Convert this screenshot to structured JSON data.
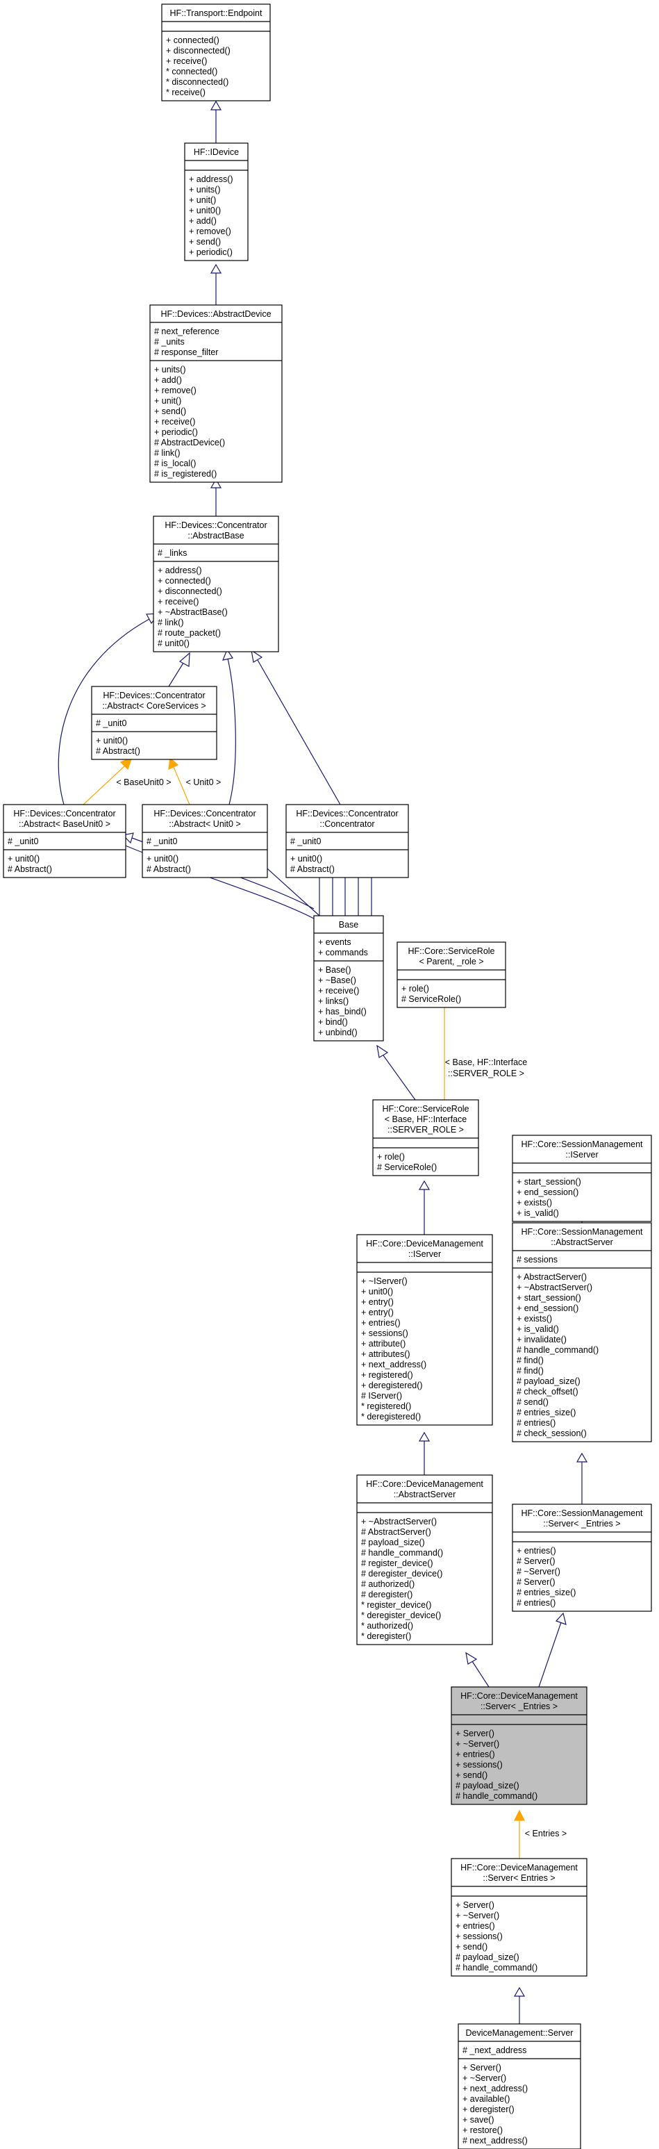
{
  "classes": [
    {
      "id": "endpoint",
      "title": [
        "HF::Transport::Endpoint"
      ],
      "attrs": [],
      "methods": [
        "+ connected()",
        "+ disconnected()",
        "+ receive()",
        "* connected()",
        "* disconnected()",
        "* receive()"
      ]
    },
    {
      "id": "idevice",
      "title": [
        "HF::IDevice"
      ],
      "attrs": [],
      "methods": [
        "+ address()",
        "+ units()",
        "+ unit()",
        "+ unit0()",
        "+ add()",
        "+ remove()",
        "+ send()",
        "+ periodic()"
      ]
    },
    {
      "id": "absdevice",
      "title": [
        "HF::Devices::AbstractDevice"
      ],
      "attrs": [
        "# next_reference",
        "# _units",
        "# response_filter"
      ],
      "methods": [
        "+ units()",
        "+ add()",
        "+ remove()",
        "+ unit()",
        "+ send()",
        "+ receive()",
        "+ periodic()",
        "# AbstractDevice()",
        "# link()",
        "# is_local()",
        "# is_registered()"
      ]
    },
    {
      "id": "absbase",
      "title": [
        "HF::Devices::Concentrator",
        "::AbstractBase"
      ],
      "attrs": [
        "# _links"
      ],
      "methods": [
        "+ address()",
        "+ connected()",
        "+ disconnected()",
        "+ receive()",
        "+ ~AbstractBase()",
        "# link()",
        "# route_packet()",
        "# unit0()"
      ]
    },
    {
      "id": "abscore",
      "title": [
        "HF::Devices::Concentrator",
        "::Abstract< CoreServices >"
      ],
      "attrs": [
        "# _unit0"
      ],
      "methods": [
        "+ unit0()",
        "# Abstract()"
      ]
    },
    {
      "id": "absbu0",
      "title": [
        "HF::Devices::Concentrator",
        "::Abstract< BaseUnit0 >"
      ],
      "attrs": [
        "# _unit0"
      ],
      "methods": [
        "+ unit0()",
        "# Abstract()"
      ]
    },
    {
      "id": "absu0",
      "title": [
        "HF::Devices::Concentrator",
        "::Abstract< Unit0 >"
      ],
      "attrs": [
        "# _unit0"
      ],
      "methods": [
        "+ unit0()",
        "# Abstract()"
      ]
    },
    {
      "id": "conc",
      "title": [
        "HF::Devices::Concentrator",
        "::Concentrator"
      ],
      "attrs": [
        "# _unit0"
      ],
      "methods": [
        "+ unit0()",
        "# Abstract()"
      ]
    },
    {
      "id": "base",
      "title": [
        "Base"
      ],
      "attrs": [
        "+ events",
        "+ commands"
      ],
      "methods": [
        "+ Base()",
        "+ ~Base()",
        "+ receive()",
        "+ links()",
        "+ has_bind()",
        "+ bind()",
        "+ unbind()"
      ]
    },
    {
      "id": "srtpl",
      "title": [
        "HF::Core::ServiceRole",
        "< Parent, _role >"
      ],
      "attrs": [],
      "methods": [
        "+ role()",
        "# ServiceRole()"
      ]
    },
    {
      "id": "srbase",
      "title": [
        "HF::Core::ServiceRole",
        "< Base, HF::Interface",
        "::SERVER_ROLE >"
      ],
      "attrs": [],
      "methods": [
        "+ role()",
        "# ServiceRole()"
      ]
    },
    {
      "id": "smiserver",
      "title": [
        "HF::Core::SessionManagement",
        "::IServer"
      ],
      "attrs": [],
      "methods": [
        "+ start_session()",
        "+ end_session()",
        "+ exists()",
        "+ is_valid()"
      ]
    },
    {
      "id": "dmiserver",
      "title": [
        "HF::Core::DeviceManagement",
        "::IServer"
      ],
      "attrs": [],
      "methods": [
        "+ ~IServer()",
        "+ unit0()",
        "+ entry()",
        "+ entry()",
        "+ entries()",
        "+ sessions()",
        "+ attribute()",
        "+ attributes()",
        "+ next_address()",
        "+ registered()",
        "+ deregistered()",
        "# IServer()",
        "* registered()",
        "* deregistered()"
      ]
    },
    {
      "id": "smabs",
      "title": [
        "HF::Core::SessionManagement",
        "::AbstractServer"
      ],
      "attrs": [
        "# sessions"
      ],
      "methods": [
        "+ AbstractServer()",
        "+ ~AbstractServer()",
        "+ start_session()",
        "+ end_session()",
        "+ exists()",
        "+ is_valid()",
        "+ invalidate()",
        "# handle_command()",
        "# find()",
        "# find()",
        "# payload_size()",
        "# check_offset()",
        "# send()",
        "# entries_size()",
        "# entries()",
        "# check_session()"
      ]
    },
    {
      "id": "dmabs",
      "title": [
        "HF::Core::DeviceManagement",
        "::AbstractServer"
      ],
      "attrs": [],
      "methods": [
        "+ ~AbstractServer()",
        "# AbstractServer()",
        "# payload_size()",
        "# handle_command()",
        "# register_device()",
        "# deregister_device()",
        "# authorized()",
        "# deregister()",
        "* register_device()",
        "* deregister_device()",
        "* authorized()",
        "* deregister()"
      ]
    },
    {
      "id": "smserver",
      "title": [
        "HF::Core::SessionManagement",
        "::Server< _Entries >"
      ],
      "attrs": [],
      "methods": [
        "+ entries()",
        "# Server()",
        "# ~Server()",
        "# Server()",
        "# entries_size()",
        "# entries()"
      ]
    },
    {
      "id": "dmtpl",
      "title": [
        "HF::Core::DeviceManagement",
        "::Server< _Entries >"
      ],
      "attrs": [],
      "methods": [
        "+ Server()",
        "+ ~Server()",
        "+ entries()",
        "+ sessions()",
        "+ send()",
        "# payload_size()",
        "# handle_command()"
      ]
    },
    {
      "id": "dmentries",
      "title": [
        "HF::Core::DeviceManagement",
        "::Server< Entries >"
      ],
      "attrs": [],
      "methods": [
        "+ Server()",
        "+ ~Server()",
        "+ entries()",
        "+ sessions()",
        "+ send()",
        "# payload_size()",
        "# handle_command()"
      ]
    },
    {
      "id": "devserver",
      "title": [
        "DeviceManagement::Server"
      ],
      "attrs": [
        "# _next_address"
      ],
      "methods": [
        "+ Server()",
        "+ ~Server()",
        "+ next_address()",
        "+ available()",
        "+ deregister()",
        "+ save()",
        "+ restore()",
        "# next_address()"
      ]
    }
  ],
  "edge_labels": {
    "baseunit0": "< BaseUnit0 >",
    "unit0": "< Unit0 >",
    "server_role": [
      "< Base, HF::Interface",
      "::SERVER_ROLE >"
    ],
    "entries": "< Entries >"
  },
  "colors": {
    "inheritance": "#191970",
    "template": "#ffa500",
    "highlight": "#bfbfbf"
  }
}
